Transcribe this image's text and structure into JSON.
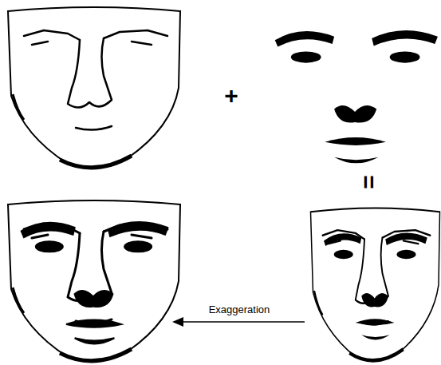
{
  "diagram": {
    "labels": [
      "+",
      "=",
      "Exaggeration"
    ]
  }
}
